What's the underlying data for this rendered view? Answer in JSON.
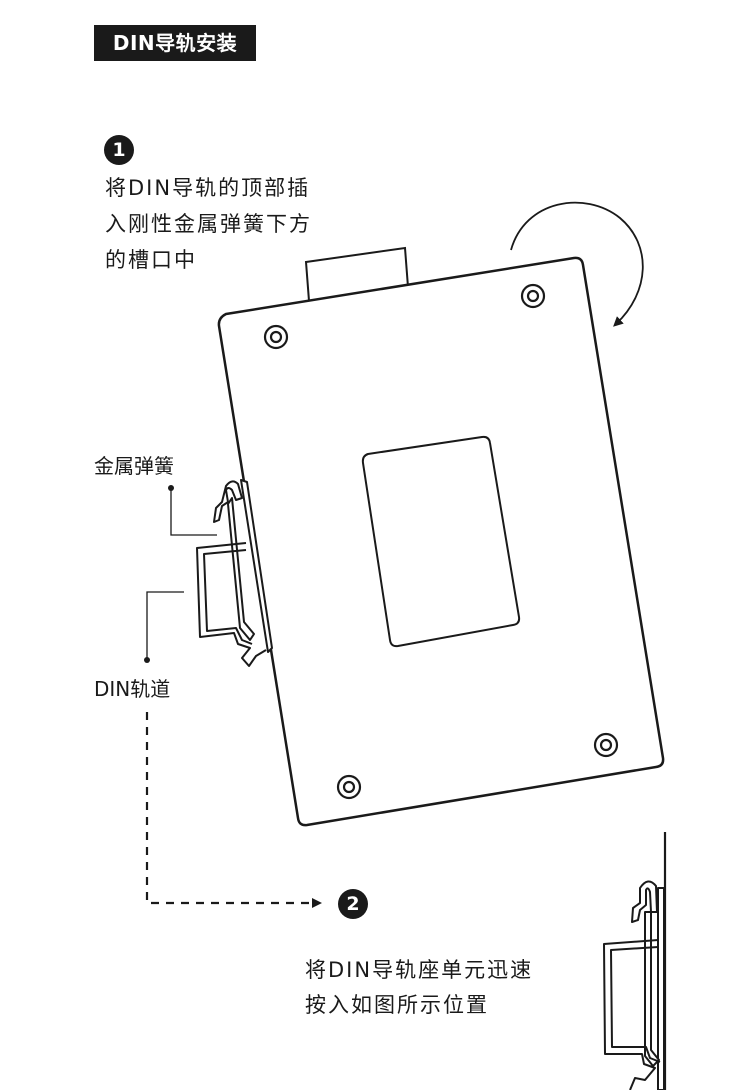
{
  "header": {
    "title": "DIN导轨安装"
  },
  "step1": {
    "number": "1",
    "lines": [
      "将DIN导轨的顶部插",
      "入刚性金属弹簧下方",
      "的槽口中"
    ]
  },
  "labels": {
    "spring": "金属弹簧",
    "rail": "DIN轨道"
  },
  "step2": {
    "number": "2",
    "lines": [
      "将DIN导轨座单元迅速",
      "按入如图所示位置"
    ]
  }
}
